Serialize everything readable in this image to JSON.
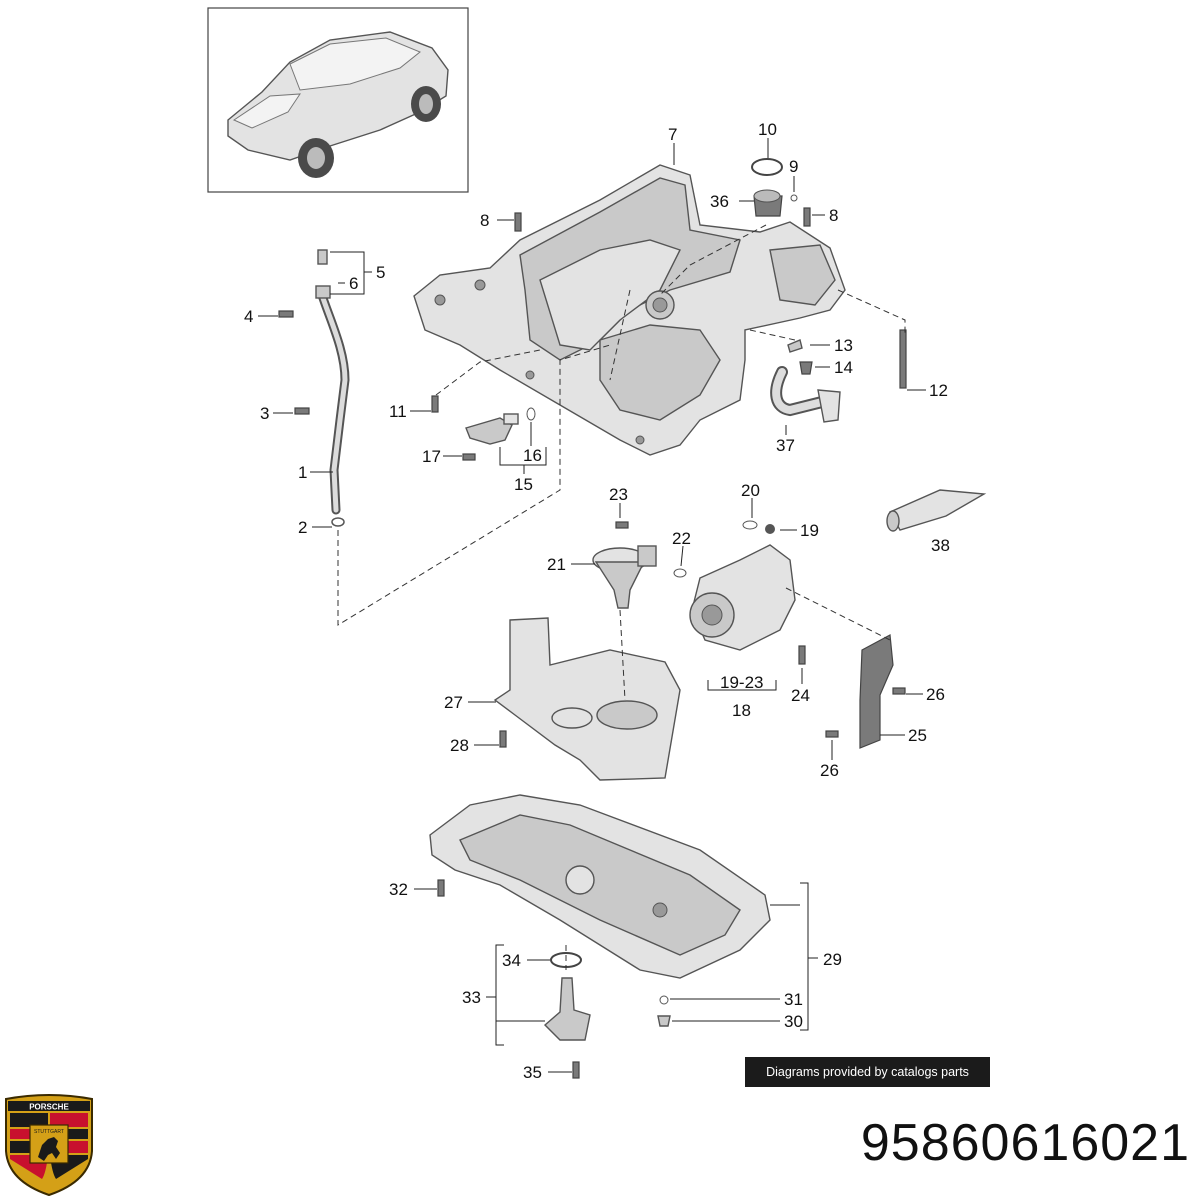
{
  "part_number": "95860616021",
  "credit": "Diagrams provided by catalogs parts",
  "logo_text": {
    "brand": "PORSCHE",
    "city": "STUTTGART"
  },
  "callouts": {
    "c1": "1",
    "c2": "2",
    "c3": "3",
    "c4": "4",
    "c5": "5",
    "c6": "6",
    "c7": "7",
    "c8a": "8",
    "c8b": "8",
    "c9": "9",
    "c10": "10",
    "c11": "11",
    "c12": "12",
    "c13": "13",
    "c14": "14",
    "c15": "15",
    "c16": "16",
    "c17": "17",
    "c18": "18",
    "c1923": "19-23",
    "c19": "19",
    "c20": "20",
    "c21": "21",
    "c22": "22",
    "c23": "23",
    "c24": "24",
    "c25": "25",
    "c26a": "26",
    "c26b": "26",
    "c27": "27",
    "c28": "28",
    "c29": "29",
    "c30": "30",
    "c31": "31",
    "c32": "32",
    "c33": "33",
    "c34": "34",
    "c35": "35",
    "c36": "36",
    "c37": "37",
    "c38": "38"
  },
  "colors": {
    "part_fill": "#e3e3e3",
    "outline": "#555555",
    "credit_bg": "#1b1b1b",
    "logo_red": "#c8102e",
    "logo_gold": "#d4a017"
  }
}
